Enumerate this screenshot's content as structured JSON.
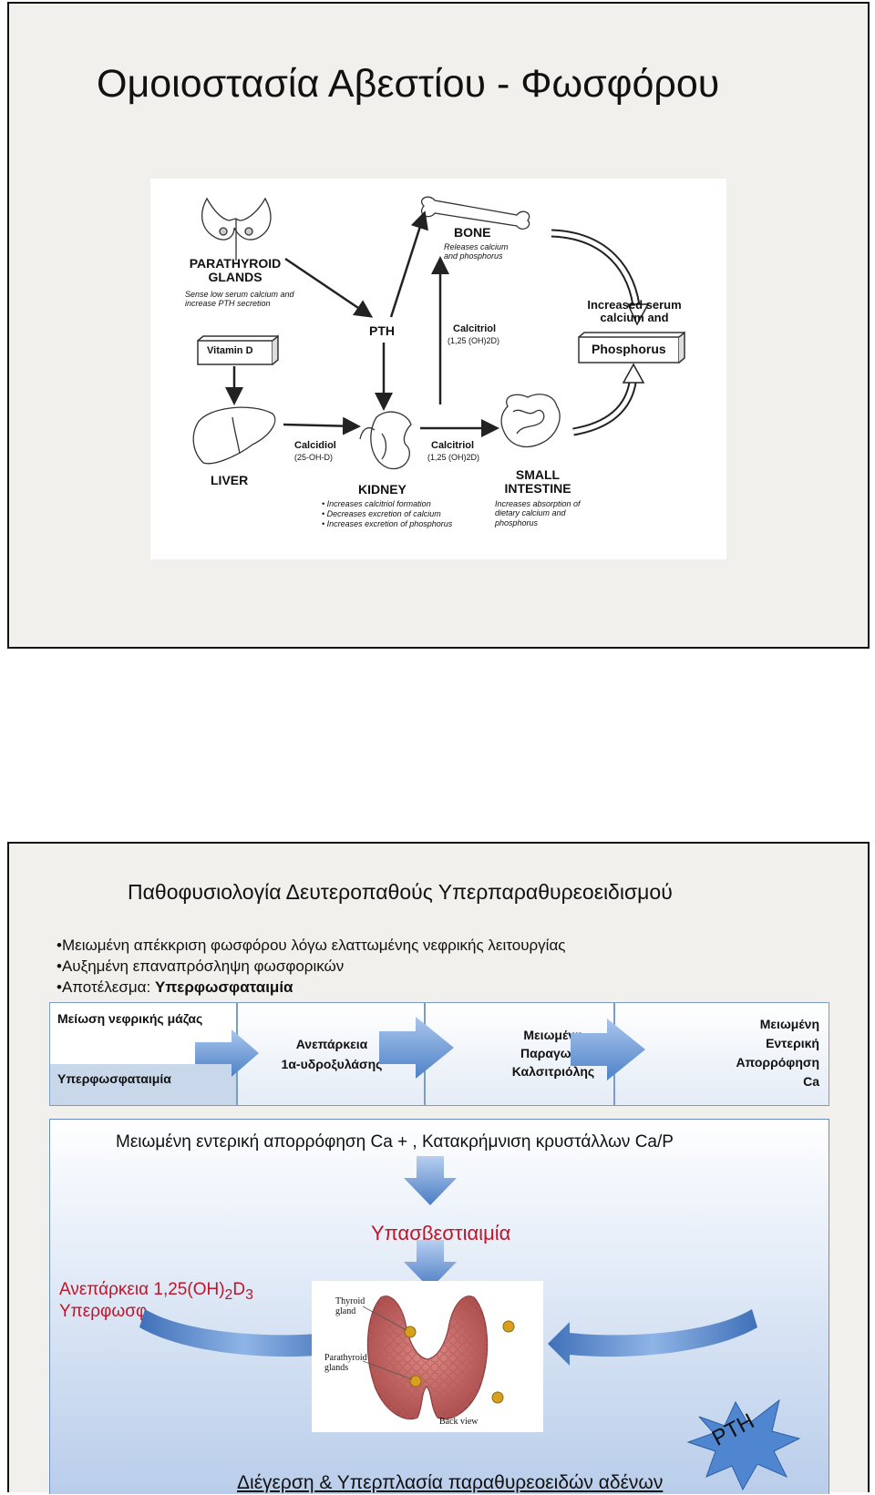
{
  "slide1": {
    "title": "Ομοιοστασία Αβεστίου - Φωσφόρου",
    "figure": {
      "parathyroid_title": "PARATHYROID GLANDS",
      "parathyroid_note": "Sense low serum calcium and increase PTH secretion",
      "bone_title": "BONE",
      "bone_note": "Releases calcium and phosphorus",
      "pth": "PTH",
      "calcitriol_top": "Calcitriol",
      "calcitriol_top_sub": "(1,25 (OH)2D)",
      "vitamin_d": "Vitamin D",
      "increased_serum": "Increased serum calcium and",
      "phosphorus": "Phosphorus",
      "liver": "LIVER",
      "calcidiol": "Calcidiol",
      "calcidiol_sub": "(25-OH-D)",
      "kidney": "KIDNEY",
      "kidney_notes": [
        "• Increases calcitriol formation",
        "• Decreases excretion of calcium",
        "• Increases excretion of phosphorus"
      ],
      "calcitriol_bottom": "Calcitriol",
      "calcitriol_bottom_sub": "(1,25 (OH)2D)",
      "small_intestine": "SMALL INTESTINE",
      "intestine_note": "Increases absorption of dietary calcium and phosphorus"
    }
  },
  "slide2": {
    "title": "Παθοφυσιολογία Δευτεροπαθούς Υπερπαραθυρεοειδισμού",
    "bullets": [
      "•Μειωμένη απέκκριση φωσφόρου λόγω ελαττωμένης νεφρικής λειτουργίας",
      "•Αυξημένη επαναπρόσληψη φωσφορικών"
    ],
    "result_prefix": "•Αποτέλεσμα: ",
    "result_value": "Υπερφωσφαταιμία",
    "flow": {
      "box1_top": "Μείωση νεφρικής μάζας",
      "box1_bottom": "Υπερφωσφαταιμία",
      "box2": [
        "Ανεπάρκεια",
        "1α-υδροξυλάσης"
      ],
      "box3": [
        "Μειωμένη",
        "Παραγωγή",
        "Καλσιτριόλης"
      ],
      "box4": [
        "Μειωμένη",
        "Εντερική",
        "Απορρόφηση",
        "Ca"
      ]
    },
    "lower": {
      "line1": "Μειωμένη  εντερική απορρόφηση Ca + , Κατακρήμνιση κρυστάλλων Ca/P",
      "hypocalcemia": "Υπασβεστιαιμία",
      "deficiency": "Ανεπάρκεια 1,25(OH)",
      "deficiency_sub1": "2",
      "deficiency_mid": "D",
      "deficiency_sub2": "3",
      "hyperphos_partial": "Υπερφωσφ",
      "thyroid_gland": "Thyroid gland",
      "parathyroid_glands": "Parathyroid glands",
      "back_view": "Back view",
      "pth": "PTH",
      "bottom": "Διέγερση & Υπερπλασία παραθυρεοειδών αδένων"
    }
  }
}
